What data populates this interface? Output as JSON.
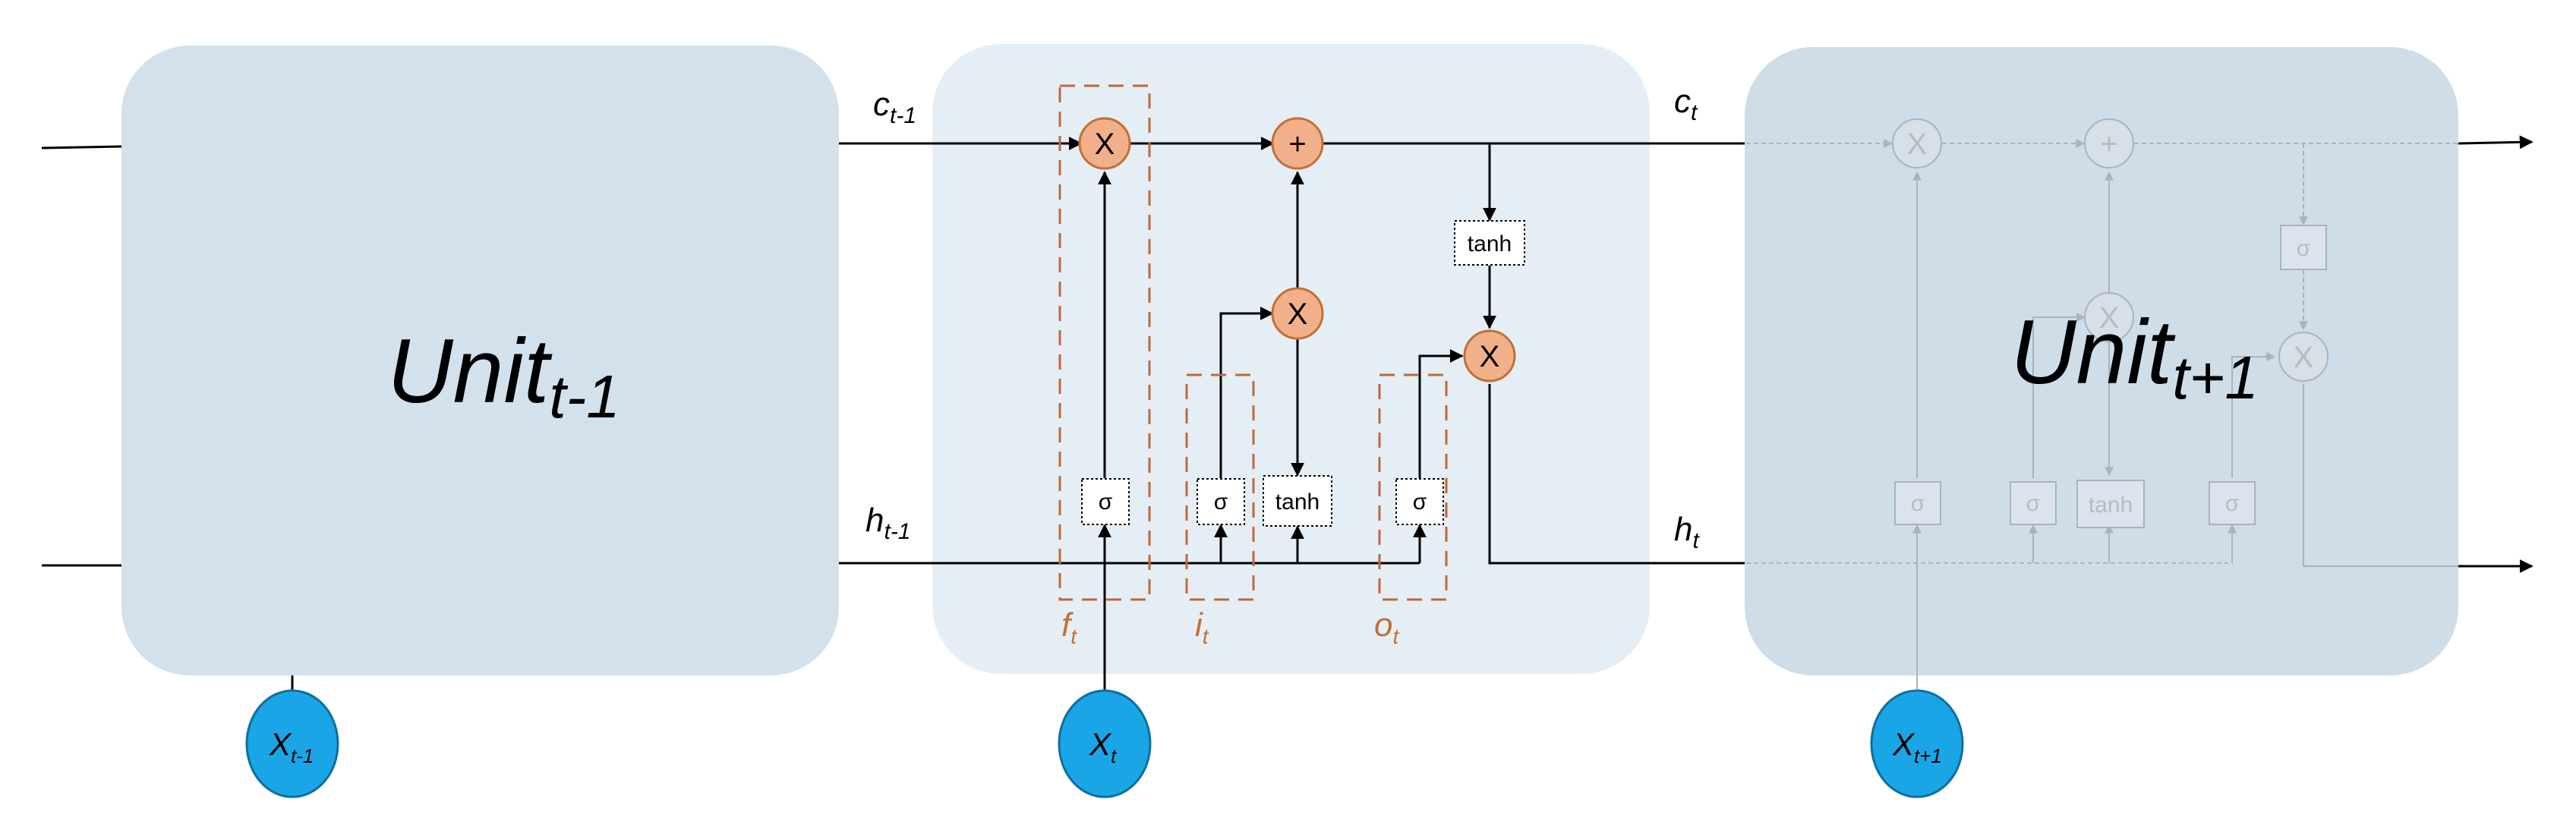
{
  "units": {
    "prev": {
      "label": "Unit",
      "sub": "t-1"
    },
    "next": {
      "label": "Unit",
      "sub": "t+1"
    }
  },
  "states": {
    "c_prev": {
      "base": "c",
      "sub": "t-1"
    },
    "c_curr": {
      "base": "c",
      "sub": "t"
    },
    "h_prev": {
      "base": "h",
      "sub": "t-1"
    },
    "h_curr": {
      "base": "h",
      "sub": "t"
    }
  },
  "inputs": {
    "x_prev": {
      "base": "X",
      "sub": "t-1"
    },
    "x_curr": {
      "base": "X",
      "sub": "t"
    },
    "x_next": {
      "base": "X",
      "sub": "t+1"
    }
  },
  "gates": {
    "forget": {
      "base": "f",
      "sub": "t"
    },
    "input": {
      "base": "i",
      "sub": "t"
    },
    "output": {
      "base": "o",
      "sub": "t"
    }
  },
  "symbols": {
    "multiply": "X",
    "add": "+",
    "sigma": "σ",
    "tanh": "tanh"
  },
  "colors": {
    "unit_box": "#d3e1ec",
    "center_box": "#e5eef5",
    "next_box": "#cfdde8",
    "operator_fill": "#f2b08a",
    "operator_stroke": "#c07038",
    "gate_dash": "#c0683a",
    "input_node": "#1aa6e6",
    "input_stroke": "#0d6fa0"
  }
}
